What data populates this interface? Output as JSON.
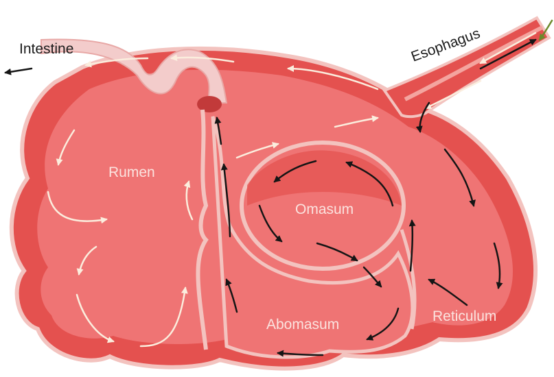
{
  "labels": {
    "intestine": "Intestine",
    "esophagus": "Esophagus",
    "rumen": "Rumen",
    "omasum": "Omasum",
    "abomasum": "Abomasum",
    "reticulum": "Reticulum"
  },
  "colors": {
    "wall": "#e4514f",
    "chamber": "#ef7474",
    "lining": "#f6c3bf",
    "tube": "#f3cccb",
    "light_arrow": "#fbeede",
    "dark_arrow": "#151515",
    "incoming_arrow": "#6c8a2c"
  }
}
